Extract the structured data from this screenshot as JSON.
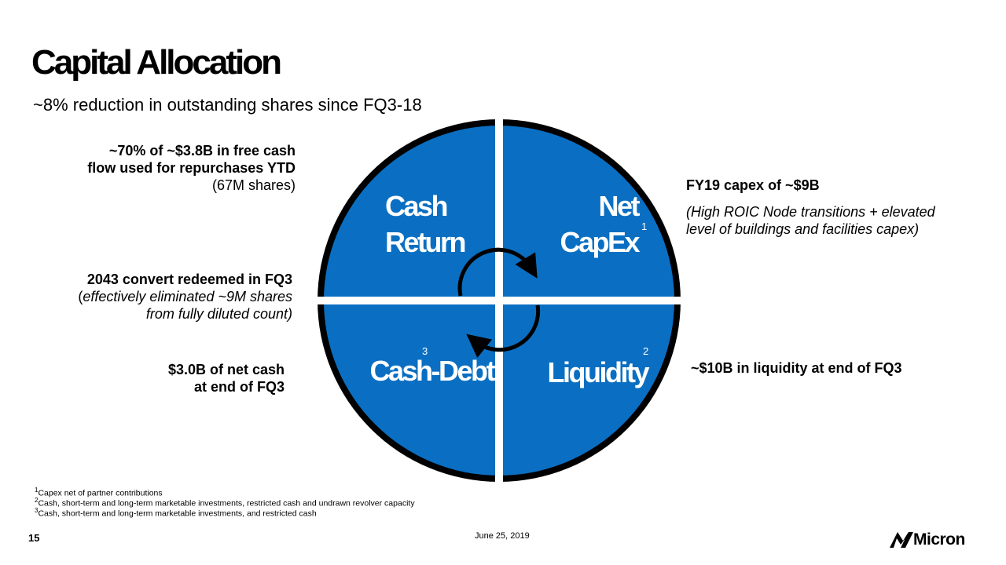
{
  "title": "Capital Allocation",
  "subtitle": "~8% reduction in outstanding shares since FQ3-18",
  "left_notes": {
    "repurchase": {
      "line1": "~70% of ~$3.8B in free cash",
      "line2": "flow used for repurchases YTD",
      "line3": "(67M shares)"
    },
    "convert": {
      "line1": "2043 convert redeemed in FQ3",
      "open_paren": "(",
      "line2": "effectively eliminated ~9M shares",
      "line3": "from fully diluted count)"
    },
    "net_cash": {
      "line1": "$3.0B of net cash",
      "line2": "at end of FQ3"
    }
  },
  "right_notes": {
    "capex": {
      "line1": "FY19 capex of ~$9B",
      "line2": "(High ROIC Node transitions + elevated",
      "line3": "level of buildings and facilities capex)"
    },
    "liquidity": {
      "line1": "~$10B in liquidity at end of FQ3"
    }
  },
  "wheel": {
    "colors": {
      "fill": "#0a6fc2",
      "ring": "#000000",
      "divider": "#ffffff"
    },
    "quadrants": {
      "cash_return": {
        "line1": "Cash",
        "line2": "Return"
      },
      "net_capex": {
        "line1": "Net",
        "line2": "CapEx",
        "sup": "1"
      },
      "cash_debt": {
        "label": "Cash-Debt",
        "sup": "3"
      },
      "liquidity": {
        "label": "Liquidity",
        "sup": "2"
      }
    },
    "cycle_icon": "circular-arrows-icon"
  },
  "footnotes": [
    {
      "num": "1",
      "text": "Capex net of partner contributions"
    },
    {
      "num": "2",
      "text": "Cash, short-term and long-term marketable investments, restricted cash and undrawn revolver capacity"
    },
    {
      "num": "3",
      "text": "Cash, short-term and long-term marketable investments, and restricted cash"
    }
  ],
  "page_number": "15",
  "date": "June 25, 2019",
  "logo": {
    "text": "Micron",
    "icon": "micron-logo"
  }
}
